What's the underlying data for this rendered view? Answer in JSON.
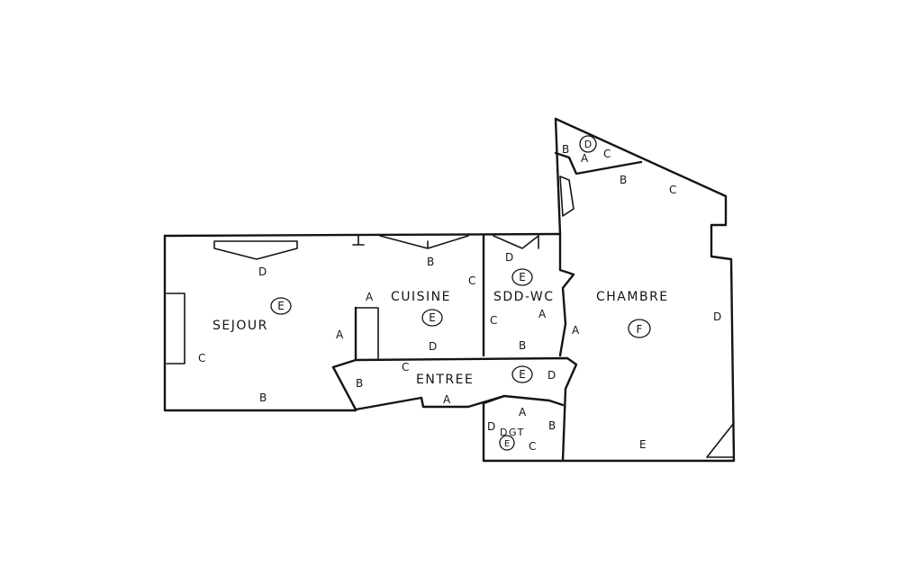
{
  "rooms": {
    "sejour": {
      "name": "SEJOUR",
      "class": "E"
    },
    "cuisine": {
      "name": "CUISINE",
      "class": "E"
    },
    "sdd": {
      "name": "SDD-WC",
      "class": "E"
    },
    "chambre": {
      "name": "CHAMBRE",
      "class": "F"
    },
    "entree": {
      "name": "ENTREE",
      "class": "E"
    },
    "dgt": {
      "name": "DGT",
      "class": "E"
    },
    "closet": {
      "class": "D"
    }
  },
  "walls": {
    "sejour_top": "D",
    "sejour_right": "A",
    "sejour_bottom": "B",
    "sejour_left": "C",
    "cuisine_top": "B",
    "cuisine_right": "C",
    "cuisine_bottom": "D",
    "cuisine_left": "A",
    "sdd_top": "D",
    "sdd_left": "C",
    "sdd_right": "A",
    "sdd_bottom": "B",
    "chambre_left": "A",
    "chambre_top": "C",
    "chambre_right": "D",
    "chambre_bottom": "E",
    "entree_left": "B",
    "entree_top": "C",
    "entree_bottom": "A",
    "entree_right": "D",
    "dgt_top": "A",
    "dgt_left": "D",
    "dgt_right": "B",
    "dgt_bottom": "C",
    "closet_left": "B",
    "closet_bottom": "A",
    "closet_right": "C",
    "closet_wall": "B"
  }
}
